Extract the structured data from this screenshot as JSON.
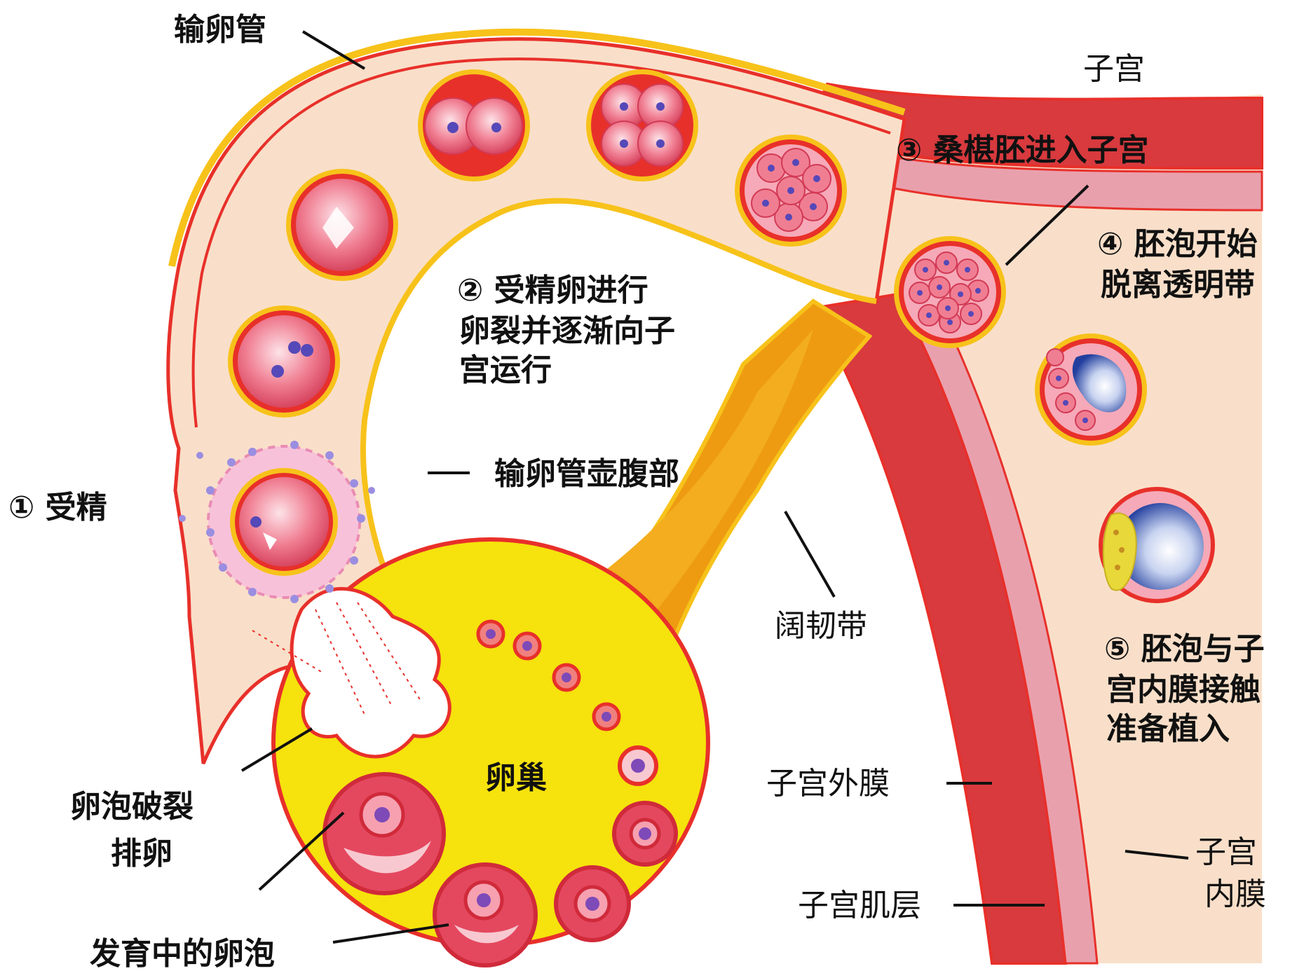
{
  "labels": {
    "fallopian_tube": "输卵管",
    "uterus": "子宫",
    "step1": "① 受精",
    "step2_line1": "② 受精卵进行",
    "step2_line2": "卵裂并逐渐向子",
    "step2_line3": "宫运行",
    "step3": "③ 桑椹胚进入子宫",
    "step4_line1": "④ 胚泡开始",
    "step4_line2": "脱离透明带",
    "step5_line1": "⑤ 胚泡与子",
    "step5_line2": "宫内膜接触",
    "step5_line3": "准备植入",
    "ampulla": "输卵管壶腹部",
    "broad_ligament": "阔韧带",
    "ovary": "卵巢",
    "ovulation_line1": "卵泡破裂",
    "ovulation_line2": "排卵",
    "developing_follicles": "发育中的卵泡",
    "perimetrium": "子宫外膜",
    "myometrium": "子宫肌层",
    "endometrium_line1": "子宫",
    "endometrium_line2": "内膜"
  },
  "colors": {
    "tube_fill": "#f9dfc9",
    "tube_outline": "#e8302a",
    "tube_rim": "#f7c21a",
    "uterus_muscle": "#d83a3e",
    "endometrium": "#e9a0ad",
    "ovary_fill": "#f6e20c",
    "ligament": "#ee9b12",
    "cell_pink": "#ea5c78",
    "nucleus": "#5548b8",
    "blastocyst_cavity": "#2c49b2"
  }
}
